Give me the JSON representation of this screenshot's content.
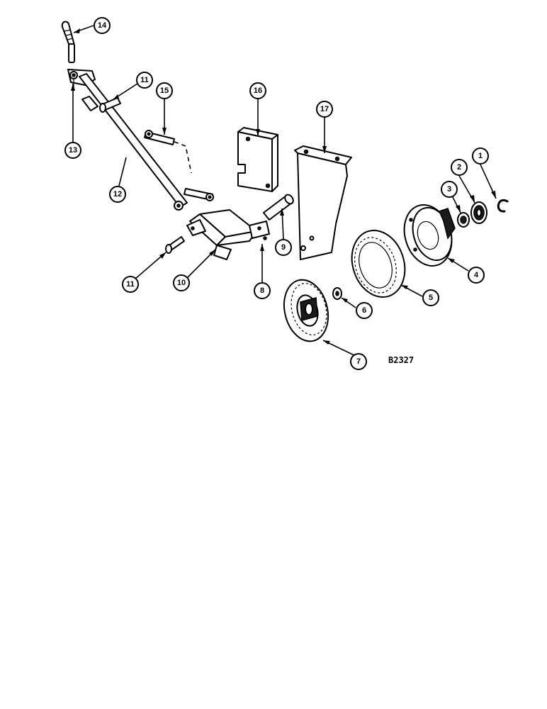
{
  "diagram": {
    "drawing_id": "B2327",
    "callouts": [
      {
        "key": "c1",
        "label": "1"
      },
      {
        "key": "c2",
        "label": "2"
      },
      {
        "key": "c3",
        "label": "3"
      },
      {
        "key": "c4",
        "label": "4"
      },
      {
        "key": "c5",
        "label": "5"
      },
      {
        "key": "c6",
        "label": "6"
      },
      {
        "key": "c7",
        "label": "7"
      },
      {
        "key": "c8",
        "label": "8"
      },
      {
        "key": "c9",
        "label": "9"
      },
      {
        "key": "c10",
        "label": "10"
      },
      {
        "key": "c11a",
        "label": "11"
      },
      {
        "key": "c11b",
        "label": "11"
      },
      {
        "key": "c12",
        "label": "12"
      },
      {
        "key": "c13",
        "label": "13"
      },
      {
        "key": "c14",
        "label": "14"
      },
      {
        "key": "c15",
        "label": "15"
      },
      {
        "key": "c16",
        "label": "16"
      },
      {
        "key": "c17",
        "label": "17"
      }
    ]
  }
}
